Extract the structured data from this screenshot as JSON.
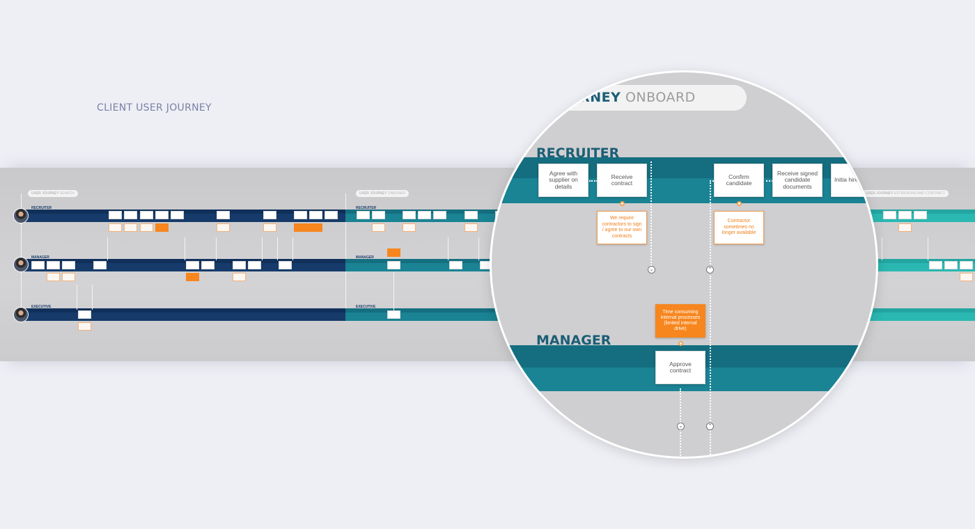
{
  "page": {
    "title": "CLIENT USER JOURNEY"
  },
  "colors": {
    "navy": "#163b6a",
    "teal": "#1a8394",
    "turquoise": "#2bb8b2",
    "orange": "#f7861e",
    "background": "#eeeff5"
  },
  "overview": {
    "sections": [
      {
        "label_bold": "USER JOURNEY",
        "label_light": "SEARCH"
      },
      {
        "label_bold": "USER JOURNEY",
        "label_light": "ONBOARD"
      },
      {
        "label_bold": "USER JOURNEY",
        "label_light": "EXTENSIONS AND CONTRACT"
      }
    ],
    "lanes": [
      {
        "label": "RECRUITER",
        "avatar": "recruiter-avatar"
      },
      {
        "label": "MANAGER",
        "avatar": "manager-avatar"
      },
      {
        "label": "EXECUTIVE",
        "avatar": "executive-avatar"
      }
    ]
  },
  "magnifier": {
    "title_bold": "JOURNEY",
    "title_light": "ONBOARD",
    "lane_recruiter": "RECRUITER",
    "lane_manager": "MANAGER",
    "steps": {
      "agree_supplier": "Agree with supplier on details",
      "receive_contract": "Receive contract",
      "confirm_candidate": "Confirm candidate",
      "receive_signed": "Receive signed candidate documents",
      "initiate_hire": "Initia hire s",
      "approve_contract": "Approve contract"
    },
    "notes": {
      "require_contractors": "We require contractors to sign / agree to our own contracts",
      "contractor_unavailable": "Contractor sometimes no longer available"
    },
    "pain_points": {
      "time_consuming": "Time consuming internal processes (limited internal drive)"
    }
  }
}
